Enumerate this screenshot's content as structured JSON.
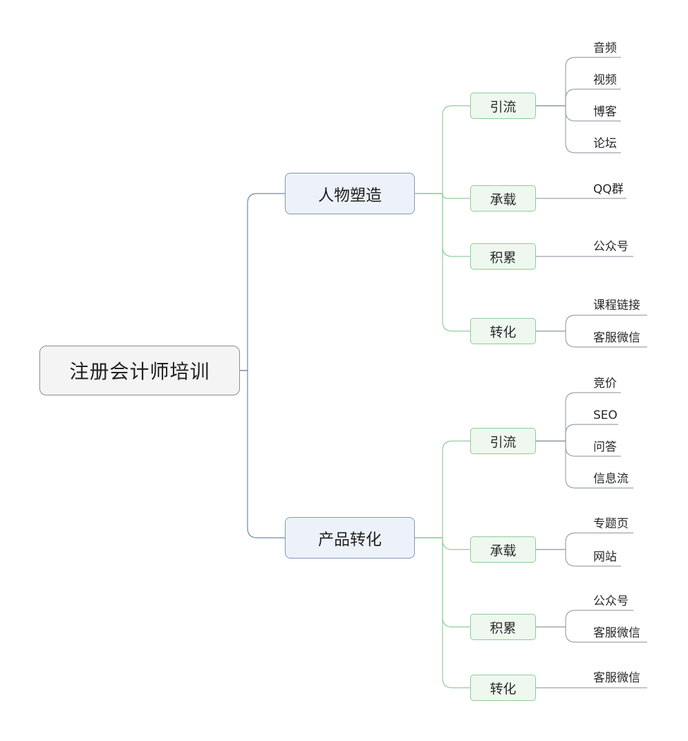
{
  "root": {
    "label": "注册会计师培训"
  },
  "branches": [
    {
      "label": "人物塑造",
      "subs": [
        {
          "label": "引流",
          "leaves": [
            "音频",
            "视频",
            "博客",
            "论坛"
          ]
        },
        {
          "label": "承载",
          "leaves": [
            "QQ群"
          ]
        },
        {
          "label": "积累",
          "leaves": [
            "公众号"
          ]
        },
        {
          "label": "转化",
          "leaves": [
            "课程链接",
            "客服微信"
          ]
        }
      ]
    },
    {
      "label": "产品转化",
      "subs": [
        {
          "label": "引流",
          "leaves": [
            "竞价",
            "SEO",
            "问答",
            "信息流"
          ]
        },
        {
          "label": "承载",
          "leaves": [
            "专题页",
            "网站"
          ]
        },
        {
          "label": "积累",
          "leaves": [
            "公众号",
            "客服微信"
          ]
        },
        {
          "label": "转化",
          "leaves": [
            "客服微信"
          ]
        }
      ]
    }
  ],
  "colors": {
    "root_border": "#8c8c8c",
    "branch_border": "#7f97b7",
    "sub_border": "#8ccc95",
    "link_main": "#6a8aa9",
    "link_sub": "#8fcd98",
    "link_leaf": "#9aa3ad"
  }
}
